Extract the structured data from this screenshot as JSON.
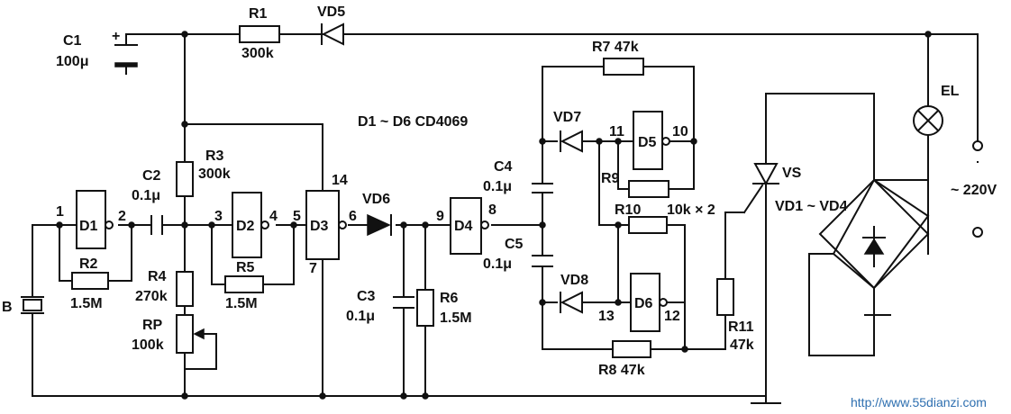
{
  "labels": {
    "C1": "C1",
    "C1_val": "100μ",
    "C1_plus": "+",
    "R1": "R1",
    "R1_val": "300k",
    "VD5": "VD5",
    "D_title": "D1 ~ D6  CD4069",
    "R7": "R7  47k",
    "VD7": "VD7",
    "pin11": "11",
    "D5": "D5",
    "pin10": "10",
    "EL": "EL",
    "R3": "R3",
    "R3_val": "300k",
    "C2": "C2",
    "C2_val": "0.1μ",
    "pin14": "14",
    "VD6": "VD6",
    "C4": "C4",
    "C4_val": "0.1μ",
    "R9": "R9",
    "VS": "VS",
    "mains": "~ 220V",
    "pin1": "1",
    "D1": "D1",
    "pin2": "2",
    "pin3": "3",
    "D2": "D2",
    "pin4": "4",
    "pin5": "5",
    "D3": "D3",
    "pin6": "6",
    "pin9": "9",
    "D4": "D4",
    "pin8": "8",
    "R10": "R10",
    "R9R10_val": "10k × 2",
    "bridge": "VD1 ~ VD4",
    "C5": "C5",
    "C5_val": "0.1μ",
    "R2": "R2",
    "R2_val": "1.5M",
    "R5": "R5",
    "R5_val": "1.5M",
    "pin7": "7",
    "VD8": "VD8",
    "R4": "R4",
    "R4_val": "270k",
    "C3": "C3",
    "C3_val": "0.1μ",
    "R6": "R6",
    "R6_val": "1.5M",
    "pin13": "13",
    "D6": "D6",
    "pin12": "12",
    "B": "B",
    "RP": "RP",
    "RP_val": "100k",
    "R11": "R11",
    "R11_val": "47k",
    "R8": "R8  47k",
    "watermark": "http://www.55dianzi.com"
  },
  "colors": {
    "ink": "#111111",
    "background": "#ffffff",
    "watermark": "#2e6fb0"
  }
}
